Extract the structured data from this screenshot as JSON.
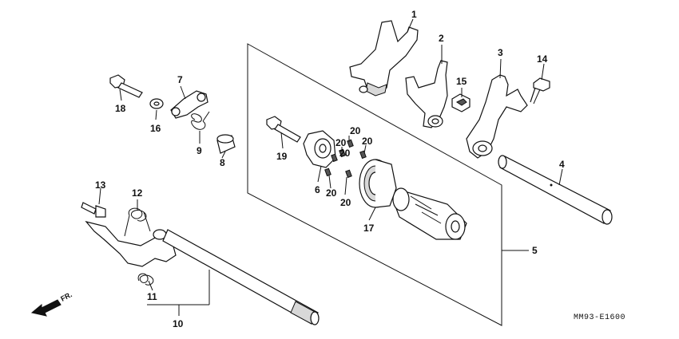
{
  "callouts": {
    "p1": "1",
    "p2": "2",
    "p3": "3",
    "p4": "4",
    "p5": "5",
    "p6": "6",
    "p7": "7",
    "p8": "8",
    "p9": "9",
    "p10": "10",
    "p11": "11",
    "p12": "12",
    "p13": "13",
    "p14": "14",
    "p15": "15",
    "p16": "16",
    "p17": "17",
    "p18": "18",
    "p19": "19",
    "p20a": "20",
    "p20b": "20",
    "p20c": "20",
    "p20d": "20",
    "p20e": "20",
    "p20f": "20"
  },
  "diagram_code": "MM93-E1600",
  "direction_label": "FR."
}
